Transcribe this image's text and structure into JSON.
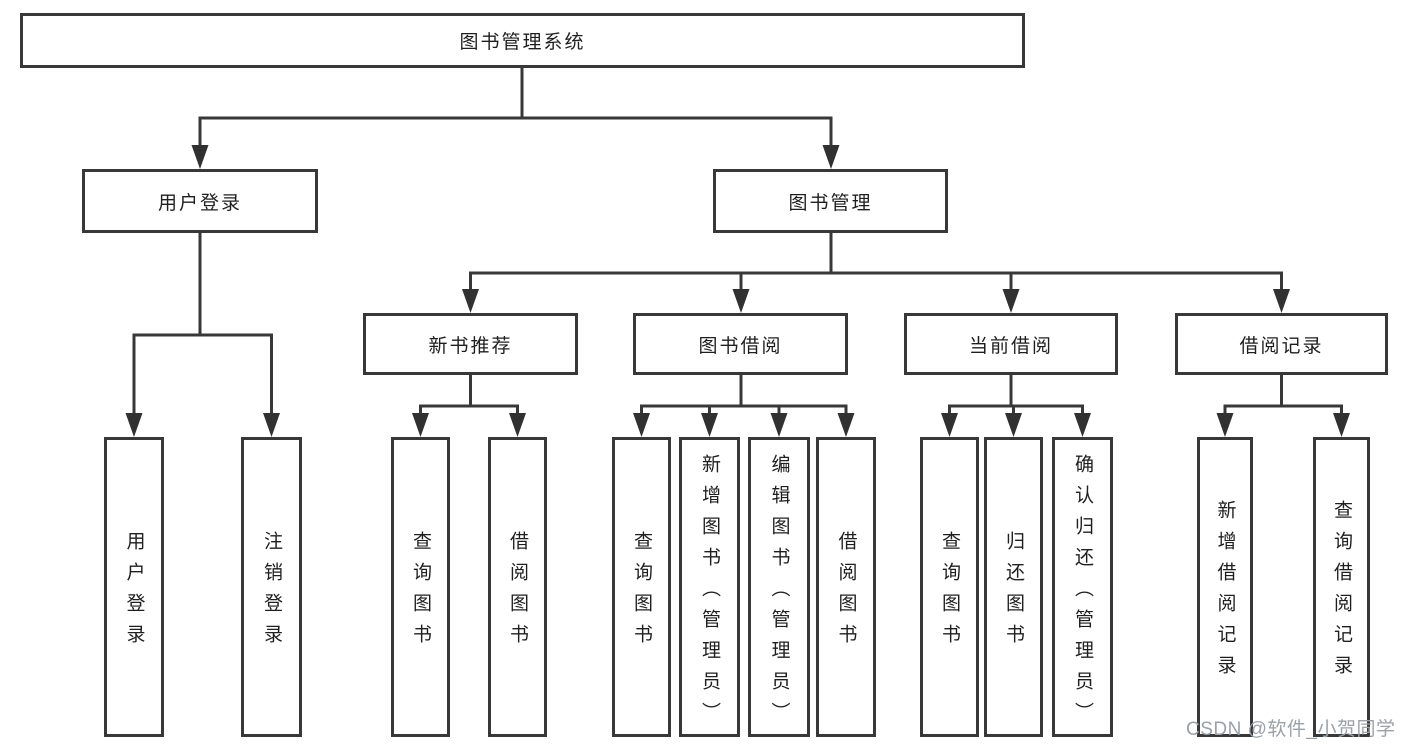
{
  "colors": {
    "line": "#383838",
    "box_border": "#383838",
    "text": "#1f1f1f",
    "watermark": "#9aa2a8",
    "background": "#ffffff"
  },
  "watermark": "CSDN @软件_小贺同学",
  "tree": {
    "label": "图书管理系统",
    "children": [
      {
        "label": "用户登录",
        "children": [
          {
            "label": "用户登录"
          },
          {
            "label": "注销登录"
          }
        ]
      },
      {
        "label": "图书管理",
        "children": [
          {
            "label": "新书推荐",
            "children": [
              {
                "label": "查询图书"
              },
              {
                "label": "借阅图书"
              }
            ]
          },
          {
            "label": "图书借阅",
            "children": [
              {
                "label": "查询图书"
              },
              {
                "label": "新增图书（管理员）"
              },
              {
                "label": "编辑图书（管理员）"
              },
              {
                "label": "借阅图书"
              }
            ]
          },
          {
            "label": "当前借阅",
            "children": [
              {
                "label": "查询图书"
              },
              {
                "label": "归还图书"
              },
              {
                "label": "确认归还（管理员）"
              }
            ]
          },
          {
            "label": "借阅记录",
            "children": [
              {
                "label": "新增借阅记录"
              },
              {
                "label": "查询借阅记录"
              }
            ]
          }
        ]
      }
    ]
  }
}
